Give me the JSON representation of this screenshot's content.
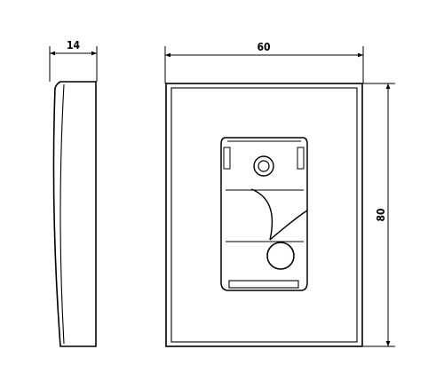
{
  "dimensions": {
    "depth": "14",
    "width": "60",
    "height": "80"
  },
  "colors": {
    "line": "#000000",
    "background": "#ffffff",
    "inner_line": "#444444"
  }
}
